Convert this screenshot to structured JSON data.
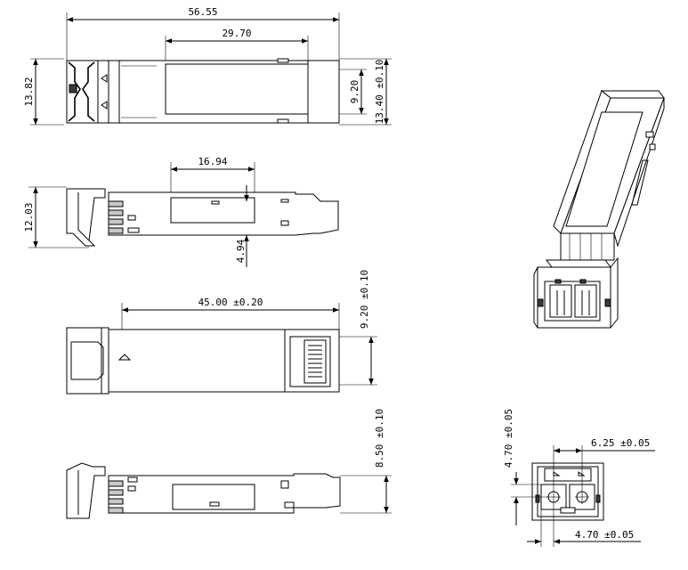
{
  "dimensions": {
    "top_view": {
      "overall_length": "56.55",
      "label_length": "29.70",
      "total_height": "13.82",
      "inner_height": "9.20",
      "outer_height": "13.40 ±0.10"
    },
    "side_view": {
      "label_length": "16.94",
      "height": "12.03",
      "offset": "4.94"
    },
    "bottom_view": {
      "length": "45.00 ±0.20",
      "width": "9.20 ±0.10"
    },
    "side_view_2": {
      "height": "8.50 ±0.10"
    },
    "end_view": {
      "vertical": "4.70 ±0.05",
      "pitch": "6.25 ±0.05",
      "horizontal": "4.70 ±0.05"
    }
  }
}
